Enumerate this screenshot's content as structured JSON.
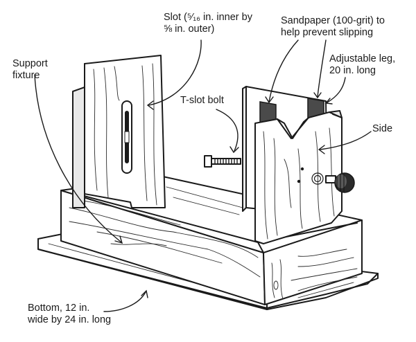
{
  "labels": {
    "slot": "Slot (⁵⁄₁₆ in. inner by\n⅝ in. outer)",
    "sandpaper": "Sandpaper (100-grit) to\nhelp prevent slipping",
    "adjustable_leg": "Adjustable leg,\n20 in. long",
    "support_fixture": "Support\nfixture",
    "tslot_bolt": "T-slot bolt",
    "side": "Side",
    "bottom": "Bottom, 12 in.\nwide by 24 in. long"
  }
}
